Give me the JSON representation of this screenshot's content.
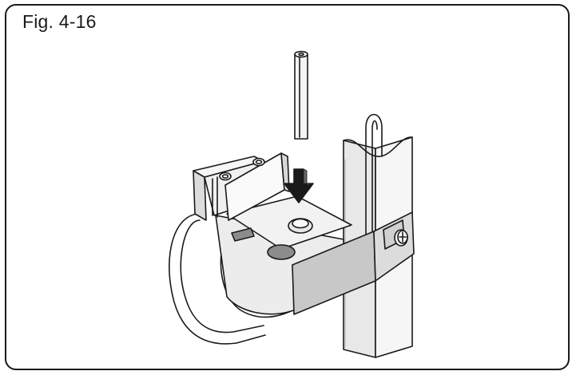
{
  "figure": {
    "label": "Fig. 4-16"
  },
  "colors": {
    "border": "#1a1a1a",
    "line": "#1a1a1a",
    "light_gray": "#e6e6e6",
    "mid_gray": "#c8c8c8",
    "dark_gray": "#8c8c8c",
    "arrow": "#1a1a1a"
  },
  "parts": [
    "drain-pipe",
    "vertical-post",
    "hook-wire",
    "bracket-box",
    "clamp-strap",
    "screw",
    "hole",
    "grommet",
    "hose-loop",
    "insert-arrow"
  ]
}
